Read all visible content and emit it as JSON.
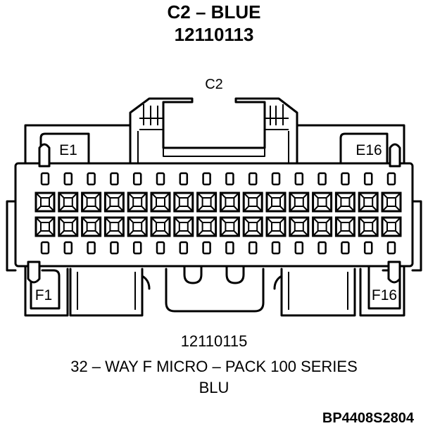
{
  "header": {
    "title": "C2 – BLUE",
    "part_number": "12110113"
  },
  "connector": {
    "callout": "C2",
    "cavity_labels": {
      "top_left": "E1",
      "top_right": "E16",
      "bottom_left": "F1",
      "bottom_right": "F16"
    },
    "rows": 2,
    "cavities_per_row": 16
  },
  "footer": {
    "part_number": "12110115",
    "description": "32 – WAY F MICRO – PACK 100 SERIES",
    "color_code": "BLU",
    "figure_code": "BP4408S2804"
  }
}
